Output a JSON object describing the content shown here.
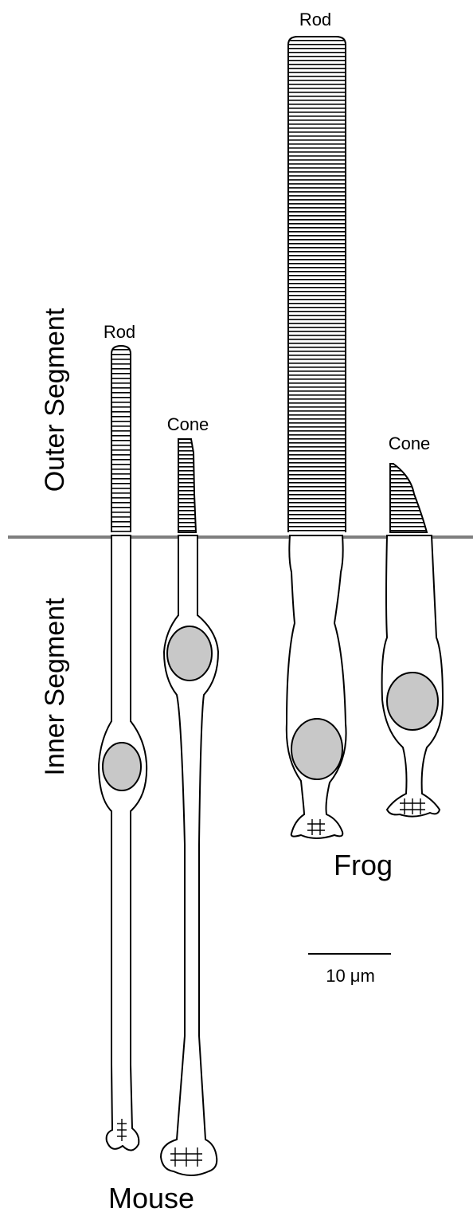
{
  "labels": {
    "outer_segment": "Outer Segment",
    "inner_segment": "Inner Segment",
    "mouse_rod": "Rod",
    "mouse_cone": "Cone",
    "frog_rod": "Rod",
    "frog_cone": "Cone",
    "mouse": "Mouse",
    "frog": "Frog",
    "scale": "10 μm"
  },
  "colors": {
    "outline": "#000000",
    "nucleus_fill": "#c8c8c8",
    "boundary_line": "#7f7f7f",
    "background": "#ffffff"
  }
}
